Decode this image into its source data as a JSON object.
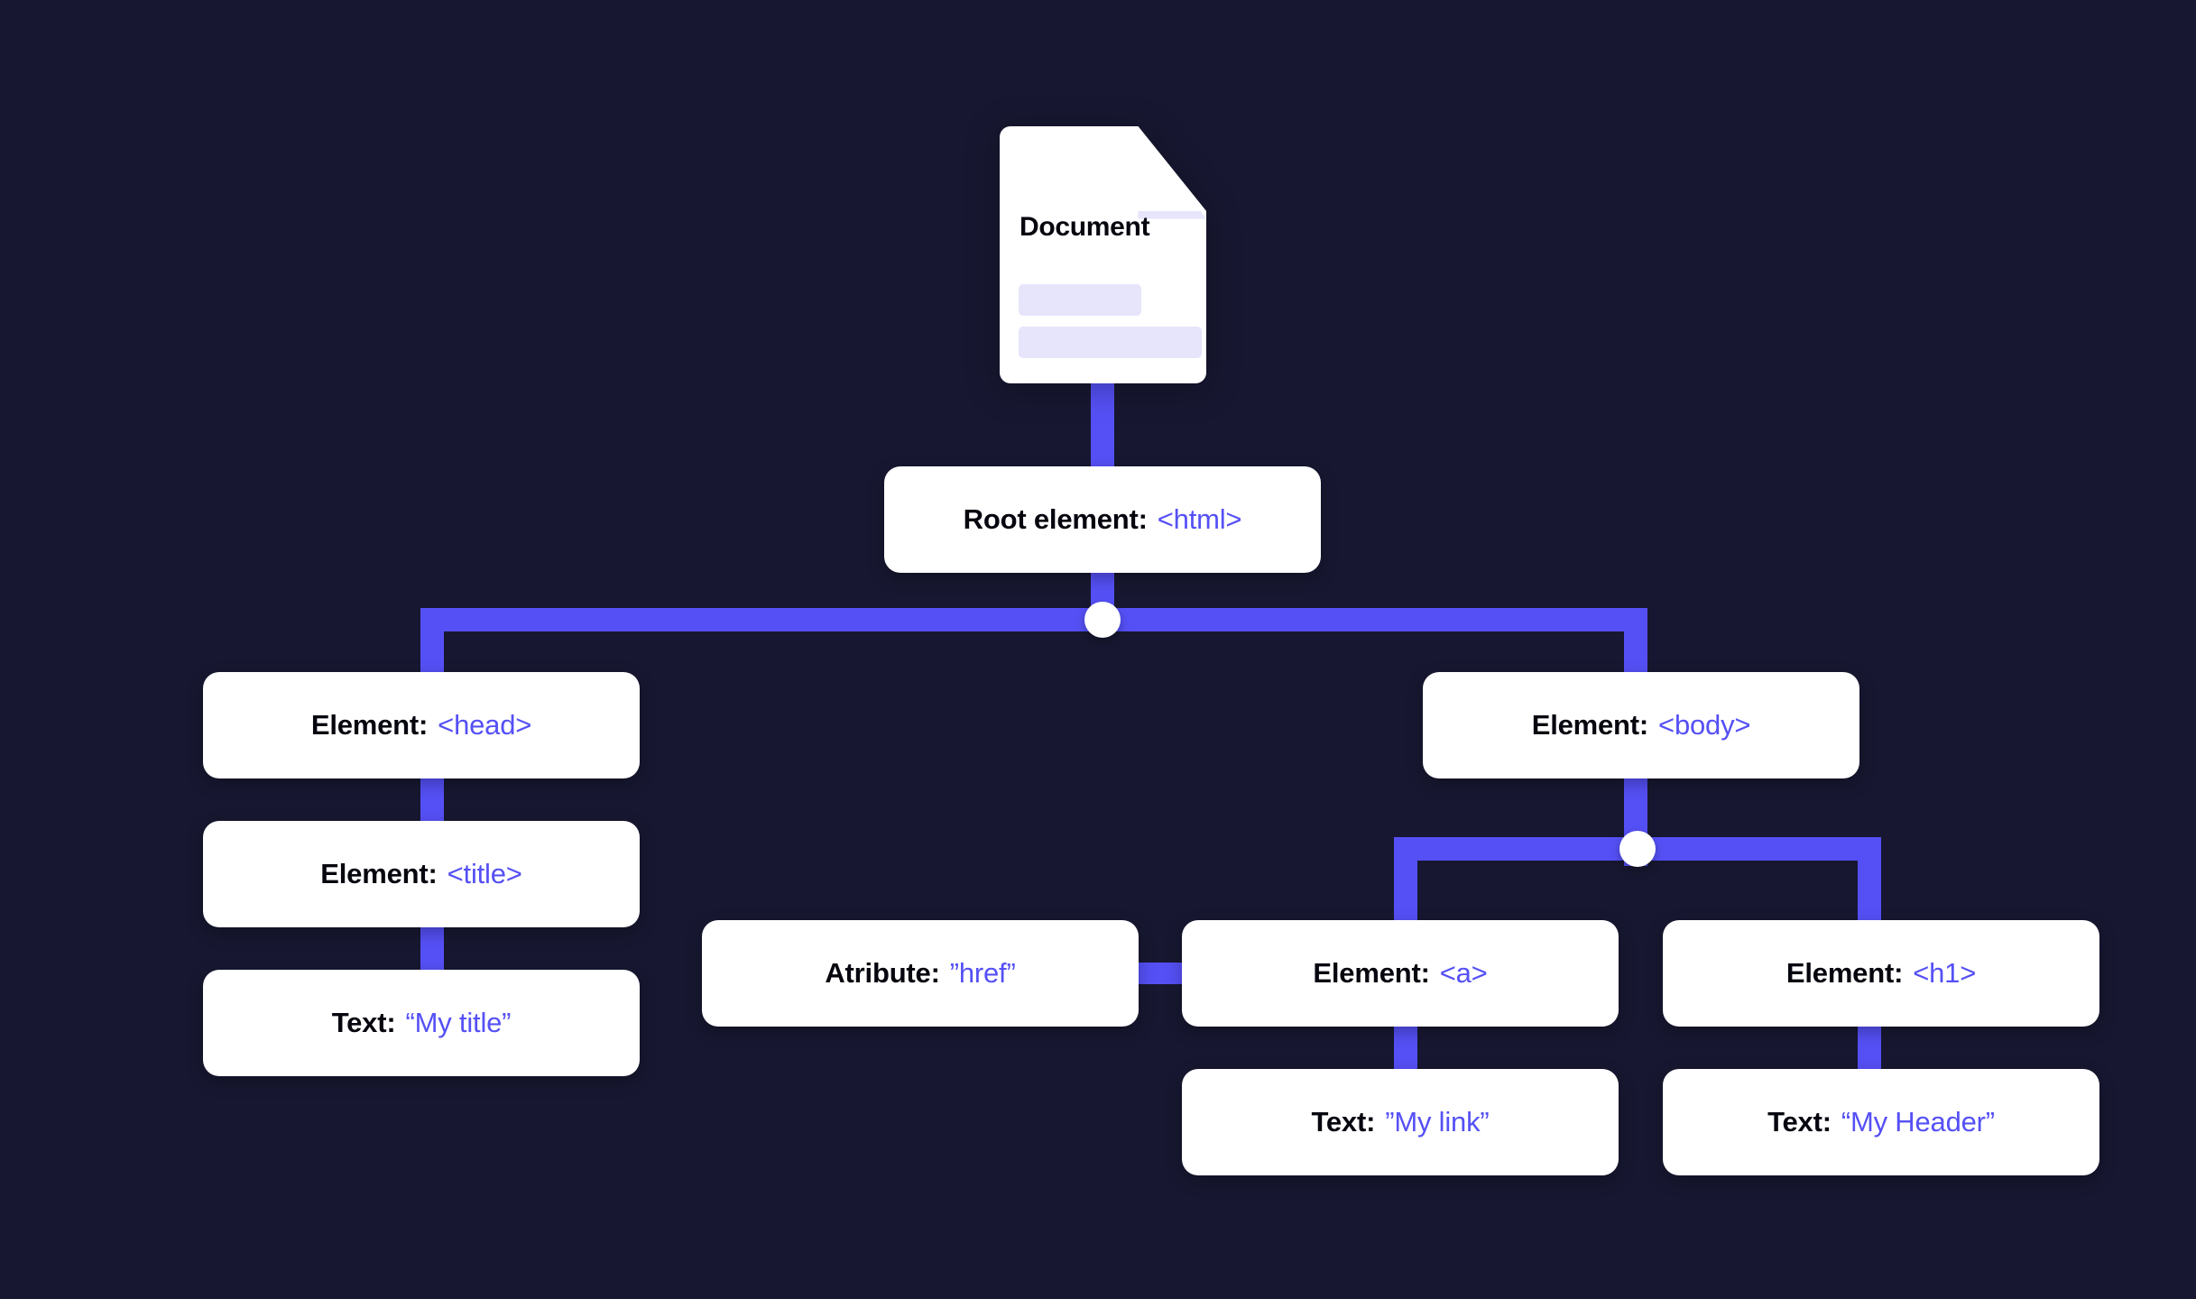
{
  "canvas": {
    "background_color": "#171731",
    "accent_color": "#5550f5",
    "card_color": "#ffffff",
    "label_color": "#06060f",
    "placeholder_color": "#e6e5fb"
  },
  "document_icon": {
    "title": "Document",
    "placeholder_bars": 2
  },
  "tree": {
    "root": {
      "label": "Root element:",
      "value": "<html>"
    },
    "head": {
      "label": "Element:",
      "value": "<head>"
    },
    "title": {
      "label": "Element:",
      "value": "<title>"
    },
    "title_text": {
      "label": "Text:",
      "value": "“My title”"
    },
    "body": {
      "label": "Element:",
      "value": "<body>"
    },
    "attribute": {
      "label": "Atribute:",
      "value": "”href”"
    },
    "anchor": {
      "label": "Element:",
      "value": "<a>"
    },
    "anchor_text": {
      "label": "Text:",
      "value": "”My link”"
    },
    "heading": {
      "label": "Element:",
      "value": "<h1>"
    },
    "heading_text": {
      "label": "Text:",
      "value": "“My Header”"
    }
  }
}
